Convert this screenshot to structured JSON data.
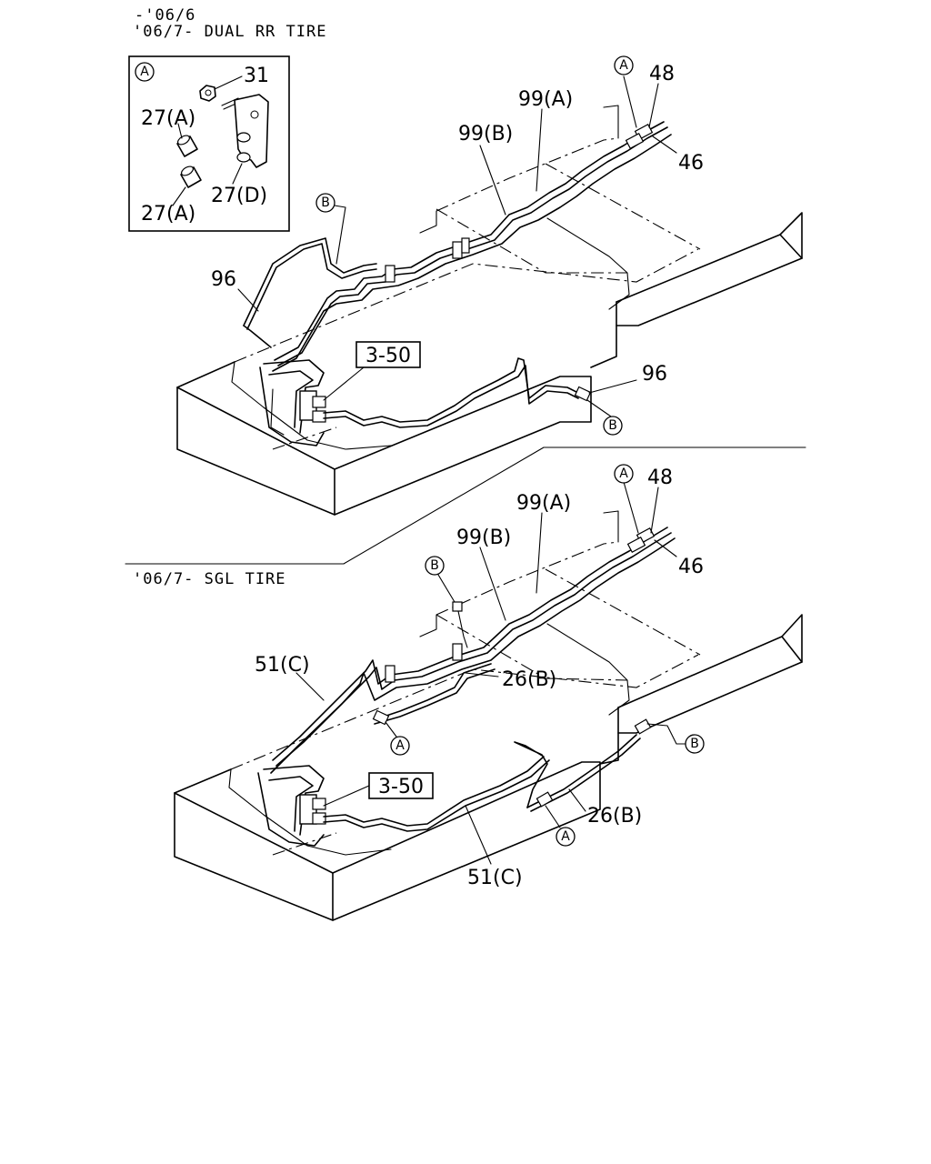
{
  "headers": {
    "top_line1": "-'06/6",
    "top_line2": "'06/7- DUAL RR TIRE",
    "bottom": "'06/7- SGL TIRE"
  },
  "inset": {
    "circle_letter": "A",
    "labels": [
      "31",
      "27(A)",
      "27(D)",
      "27(A)"
    ]
  },
  "upper": {
    "circle_A": "A",
    "circle_B_left": "B",
    "circle_B_right": "B",
    "label_48": "48",
    "label_46": "46",
    "label_99A": "99(A)",
    "label_99B": "99(B)",
    "label_96_left": "96",
    "label_96_right": "96",
    "ref": "3-50"
  },
  "lower": {
    "circle_A_top": "A",
    "circle_A_mid": "A",
    "circle_A_bottom": "A",
    "circle_B_top": "B",
    "circle_B_right": "B",
    "label_48": "48",
    "label_46": "46",
    "label_99A": "99(A)",
    "label_99B": "99(B)",
    "label_51C_top": "51(C)",
    "label_51C_bottom": "51(C)",
    "label_26B_top": "26(B)",
    "label_26B_bottom": "26(B)",
    "ref": "3-50"
  }
}
